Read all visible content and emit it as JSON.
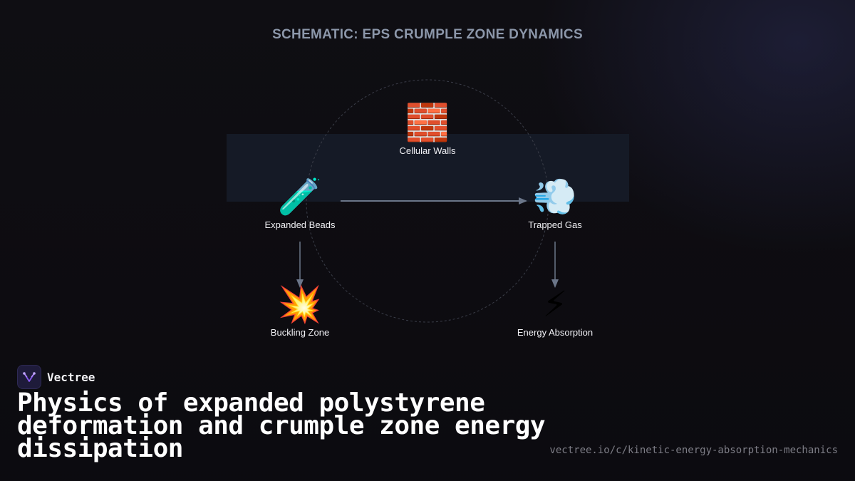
{
  "diagram": {
    "title": "SCHEMATIC: EPS CRUMPLE ZONE DYNAMICS",
    "nodes": [
      {
        "id": "cellular-walls",
        "icon": "brick-icon",
        "glyph": "🧱",
        "label": "Cellular Walls"
      },
      {
        "id": "expanded-beads",
        "icon": "test-tube-icon",
        "glyph": "🧪",
        "label": "Expanded Beads"
      },
      {
        "id": "trapped-gas",
        "icon": "dashing-air-icon",
        "glyph": "💨",
        "label": "Trapped Gas"
      },
      {
        "id": "buckling-zone",
        "icon": "collision-icon",
        "glyph": "💥",
        "label": "Buckling Zone"
      },
      {
        "id": "energy-absorption",
        "icon": "lightning-icon",
        "glyph": "⚡",
        "label": "Energy Absorption"
      }
    ],
    "edges": [
      {
        "from": "expanded-beads",
        "to": "trapped-gas"
      },
      {
        "from": "expanded-beads",
        "to": "buckling-zone"
      },
      {
        "from": "trapped-gas",
        "to": "energy-absorption"
      }
    ],
    "colors": {
      "arrow": "#6b7689",
      "band": "#151a26",
      "ring": "#3a3d48"
    }
  },
  "brand": {
    "name": "Vectree",
    "logo_icon": "vectree-logo-icon",
    "accent": "#8b5cf6"
  },
  "headline": "Physics of expanded polystyrene deformation and crumple zone energy dissipation",
  "url": "vectree.io/c/kinetic-energy-absorption-mechanics"
}
